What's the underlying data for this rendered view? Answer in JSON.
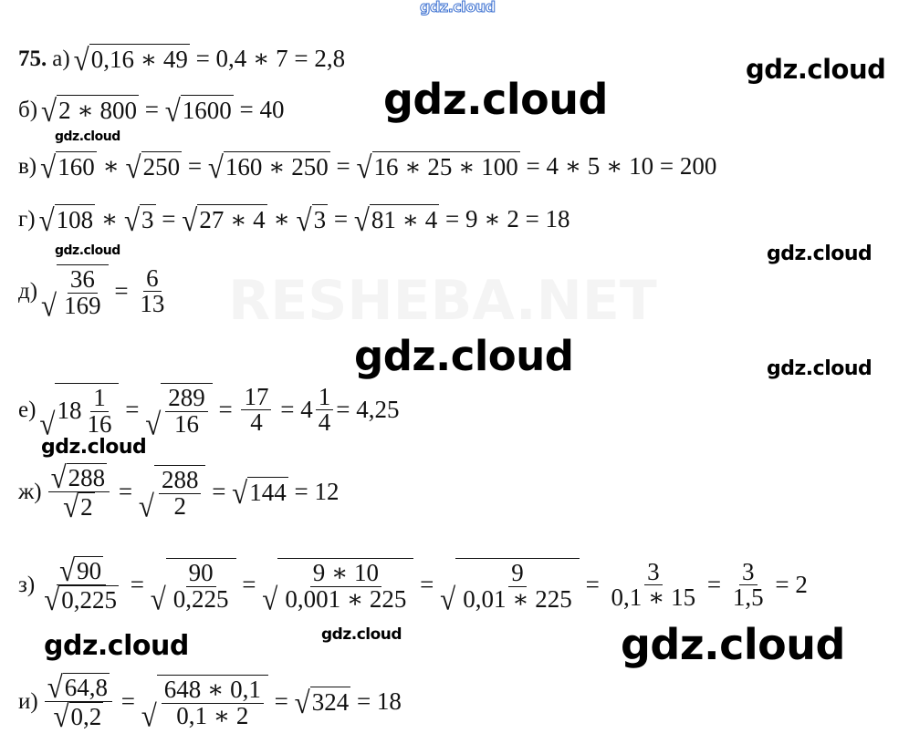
{
  "problem_number": "75.",
  "lines": [
    {
      "label": "а)",
      "expr": [
        {
          "s": [
            "0,16 ∗ 49"
          ]
        },
        " = 0,4 ∗ 7 = 2,8"
      ]
    },
    {
      "label": "б)",
      "expr": [
        {
          "s": [
            "2 ∗ 800"
          ]
        },
        " = ",
        {
          "s": [
            "1600"
          ]
        },
        " = 40"
      ]
    },
    {
      "label": "в)",
      "expr": [
        {
          "s": [
            "160"
          ]
        },
        " ∗ ",
        {
          "s": [
            "250"
          ]
        },
        " = ",
        {
          "s": [
            "160 ∗ 250"
          ]
        },
        " = ",
        {
          "s": [
            "16 ∗ 25 ∗ 100"
          ]
        },
        " = 4 ∗ 5 ∗ 10 = 200"
      ]
    },
    {
      "label": "г)",
      "expr": [
        {
          "s": [
            "108"
          ]
        },
        " ∗ ",
        {
          "s": [
            "3"
          ]
        },
        " = ",
        {
          "s": [
            "27 ∗ 4"
          ]
        },
        " ∗ ",
        {
          "s": [
            "3"
          ]
        },
        " = ",
        {
          "s": [
            "81 ∗ 4"
          ]
        },
        " = 9 ∗ 2 = 18"
      ]
    },
    {
      "label": "д)",
      "expr": [
        {
          "s": [
            {
              "f": [
                [
                  "36"
                ],
                [
                  "169"
                ]
              ]
            }
          ]
        },
        " = ",
        {
          "f": [
            [
              "6"
            ],
            [
              "13"
            ]
          ]
        }
      ]
    },
    {
      "label": "е)",
      "expr": [
        {
          "s": [
            "18",
            {
              "f": [
                [
                  "1"
                ],
                [
                  "16"
                ]
              ]
            }
          ]
        },
        " = ",
        {
          "s": [
            {
              "f": [
                [
                  "289"
                ],
                [
                  "16"
                ]
              ]
            }
          ]
        },
        " = ",
        {
          "f": [
            [
              "17"
            ],
            [
              "4"
            ]
          ]
        },
        " = 4",
        {
          "f": [
            [
              "1"
            ],
            [
              "4"
            ]
          ]
        },
        "= 4,25"
      ]
    },
    {
      "label": "ж)",
      "expr": [
        {
          "f": [
            [
              {
                "s": [
                  "288"
                ]
              }
            ],
            [
              {
                "s": [
                  "2"
                ]
              }
            ]
          ]
        },
        " = ",
        {
          "s": [
            {
              "f": [
                [
                  "288"
                ],
                [
                  "2"
                ]
              ]
            }
          ]
        },
        " = ",
        {
          "s": [
            "144"
          ]
        },
        " = 12"
      ]
    },
    {
      "label": "з)",
      "expr": [
        {
          "f": [
            [
              {
                "s": [
                  "90"
                ]
              }
            ],
            [
              {
                "s": [
                  "0,225"
                ]
              }
            ]
          ]
        },
        " = ",
        {
          "s": [
            {
              "f": [
                [
                  "90"
                ],
                [
                  "0,225"
                ]
              ]
            }
          ]
        },
        " = ",
        {
          "s": [
            {
              "f": [
                [
                  "9 ∗ 10"
                ],
                [
                  "0,001 ∗ 225"
                ]
              ]
            }
          ]
        },
        " = ",
        {
          "s": [
            {
              "f": [
                [
                  "9"
                ],
                [
                  "0,01 ∗ 225"
                ]
              ]
            }
          ]
        },
        " = ",
        {
          "f": [
            [
              "3"
            ],
            [
              "0,1 ∗ 15"
            ]
          ]
        },
        " = ",
        {
          "f": [
            [
              "3"
            ],
            [
              "1,5"
            ]
          ]
        },
        " = 2"
      ]
    },
    {
      "label": "и)",
      "expr": [
        {
          "f": [
            [
              {
                "s": [
                  "64,8"
                ]
              }
            ],
            [
              {
                "s": [
                  "0,2"
                ]
              }
            ]
          ]
        },
        " = ",
        {
          "s": [
            {
              "f": [
                [
                  "648 ∗ 0,1"
                ],
                [
                  "0,1 ∗ 2"
                ]
              ]
            }
          ]
        },
        " = ",
        {
          "s": [
            "324"
          ]
        },
        " = 18"
      ]
    }
  ],
  "watermarks": [
    "gdz.cloud",
    "gdz.cloud",
    "gdz.cloud",
    "gdz.cloud",
    "gdz.cloud",
    "gdz.cloud",
    "gdz.cloud",
    "gdz.cloud",
    "gdz.cloud",
    "gdz.cloud",
    "gdz.cloud",
    "gdz.cloud"
  ],
  "background_watermark": "RESHEBA.NET"
}
